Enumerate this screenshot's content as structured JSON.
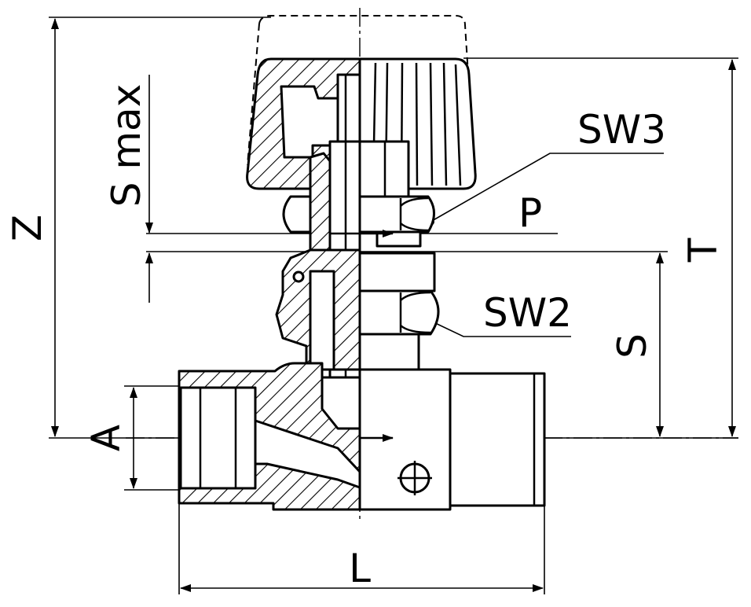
{
  "labels": {
    "z": "Z",
    "s_max": "S max",
    "p": "P",
    "sw3": "SW3",
    "sw2": "SW2",
    "t": "T",
    "s": "S",
    "a": "A",
    "l": "L"
  },
  "colors": {
    "ink": "#000000",
    "paper": "#ffffff"
  }
}
